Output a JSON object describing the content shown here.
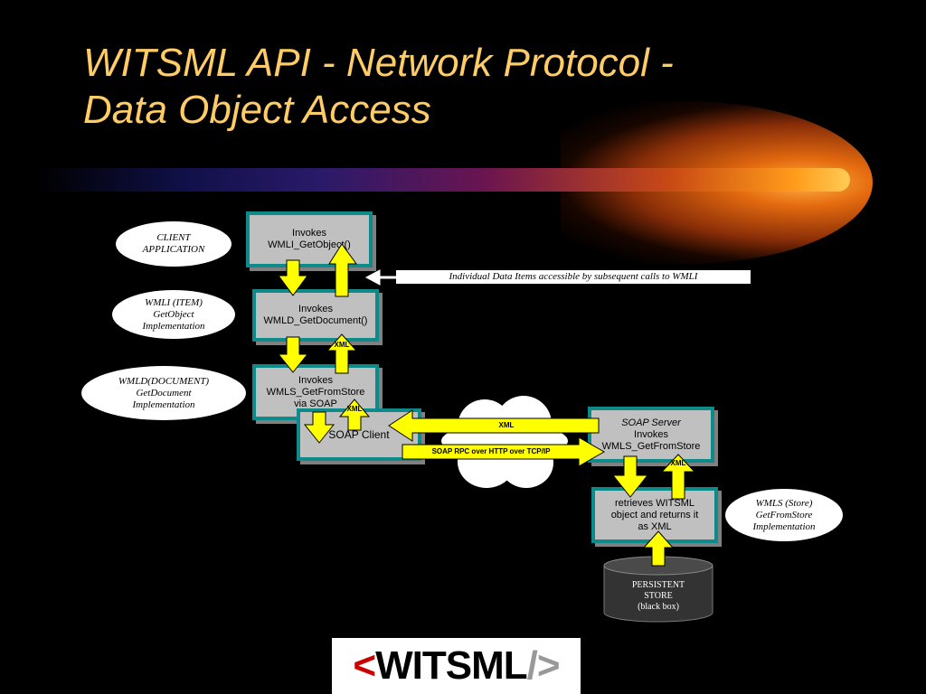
{
  "title": {
    "line1": "WITSML API - Network Protocol -",
    "line2": "Data Object Access"
  },
  "colors": {
    "title": "#FFCC66",
    "box_fill": "#C0C0C0",
    "box_border": "#0F8A8A",
    "arrow_fill": "#FFFF00",
    "logo_red": "#CC0000",
    "logo_grey": "#999999"
  },
  "client_boxes": {
    "getobject": {
      "line1": "Invokes",
      "line2": "WMLI_GetObject()"
    },
    "getdocument": {
      "line1": "Invokes",
      "line2": "WMLD_GetDocument()"
    },
    "getfromstore": {
      "line1": "Invokes",
      "line2": "WMLS_GetFromStore",
      "line3": "via SOAP"
    },
    "soap_client": {
      "label": "SOAP Client"
    }
  },
  "server_boxes": {
    "soap_server": {
      "line1": "SOAP Server",
      "line2": "Invokes",
      "line3": "WMLS_GetFromStore"
    },
    "retrieves": {
      "line1": "retrieves WITSML",
      "line2": "object and returns it",
      "line3": "as XML"
    }
  },
  "ellipses": {
    "client_app": {
      "line1": "CLIENT",
      "line2": "APPLICATION"
    },
    "wmli": {
      "line1": "WMLI (ITEM)",
      "line2": "GetObject",
      "line3": "Implementation"
    },
    "wmld": {
      "line1": "WMLD(DOCUMENT)",
      "line2": "GetDocument",
      "line3": "Implementation"
    },
    "wmls": {
      "line1": "WMLS (Store)",
      "line2": "GetFromStore",
      "line3": "Implementation"
    }
  },
  "note": "Individual Data Items accessible by subsequent calls to WMLI",
  "arrow_labels": {
    "xml_1": "XML",
    "xml_2": "XML",
    "xml_network": "XML",
    "soap_rpc": "SOAP RPC over HTTP over TCP/IP",
    "xml_server": "XML"
  },
  "store": {
    "line1": "PERSISTENT",
    "line2": "STORE",
    "line3": "(black box)"
  },
  "logo": {
    "open": "<",
    "text": "WITSML",
    "close": "/>"
  }
}
